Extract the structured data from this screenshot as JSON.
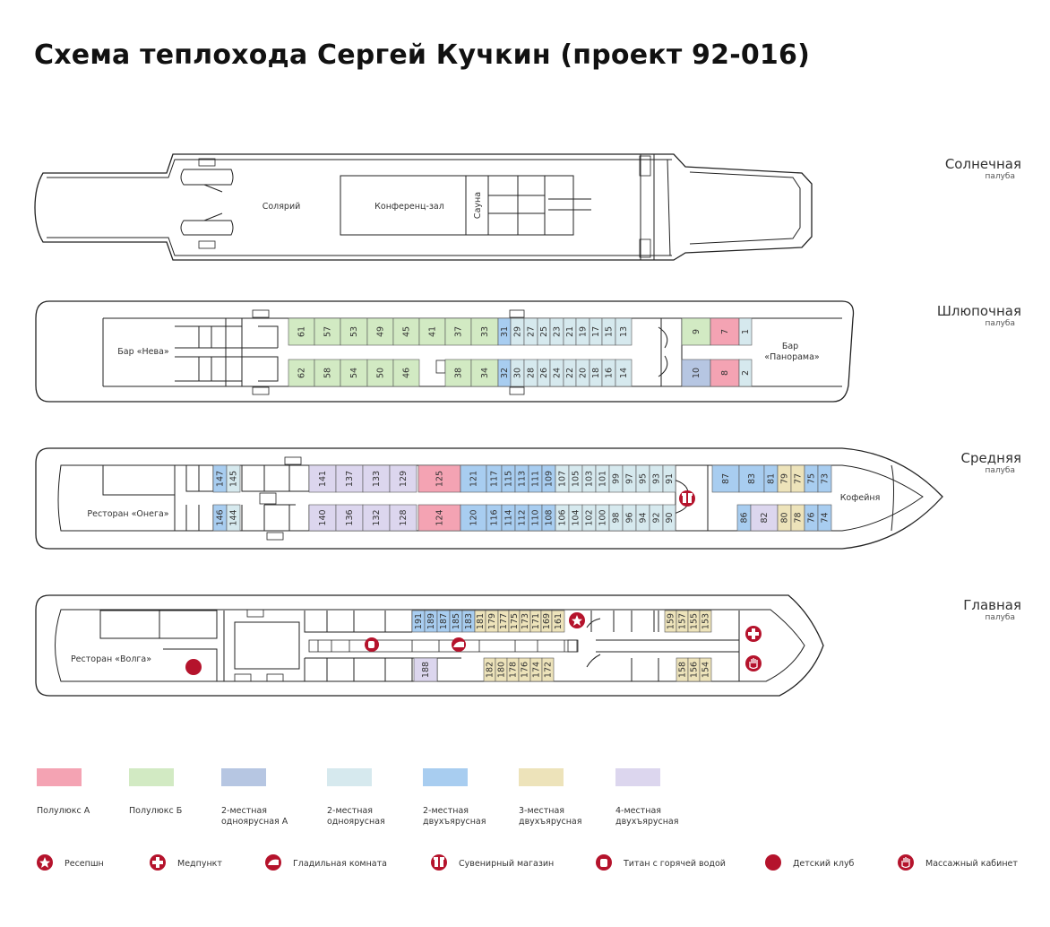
{
  "title": "Схема теплохода Сергей Кучкин  (проект 92-016)",
  "colors": {
    "poluluks_a": "#f4a3b3",
    "poluluks_b": "#d2eac3",
    "two_single_a": "#b6c6e2",
    "two_single": "#d6e9ee",
    "two_bunk": "#a8cdf0",
    "three_bunk": "#ede3ba",
    "four_bunk": "#dcd6ee",
    "icon_red": "#b5132c"
  },
  "decks": [
    {
      "name": "Солнечная",
      "sub": "палуба"
    },
    {
      "name": "Шлюпочная",
      "sub": "палуба"
    },
    {
      "name": "Средняя",
      "sub": "палуба"
    },
    {
      "name": "Главная",
      "sub": "палуба"
    }
  ],
  "labels": {
    "solarium": "Солярий",
    "conference": "Конференц-зал",
    "sauna": "Сауна",
    "bar_neva": "Бар «Нева»",
    "bar_panorama_1": "Бар",
    "bar_panorama_2": "«Панорама»",
    "rest_onega": "Ресторан «Онега»",
    "coffee": "Кофейня",
    "rest_volga": "Ресторан «Волга»"
  },
  "cabins": {
    "boat_top": [
      {
        "n": "61",
        "c": "poluluks_b"
      },
      {
        "n": "57",
        "c": "poluluks_b"
      },
      {
        "n": "53",
        "c": "poluluks_b"
      },
      {
        "n": "49",
        "c": "poluluks_b"
      },
      {
        "n": "45",
        "c": "poluluks_b"
      },
      {
        "n": "41",
        "c": "poluluks_b"
      },
      {
        "n": "37",
        "c": "poluluks_b"
      },
      {
        "n": "33",
        "c": "poluluks_b"
      },
      {
        "n": "31",
        "c": "two_bunk"
      },
      {
        "n": "29",
        "c": "two_single"
      },
      {
        "n": "27",
        "c": "two_single"
      },
      {
        "n": "25",
        "c": "two_single"
      },
      {
        "n": "23",
        "c": "two_single"
      },
      {
        "n": "21",
        "c": "two_single"
      },
      {
        "n": "19",
        "c": "two_single"
      },
      {
        "n": "17",
        "c": "two_single"
      },
      {
        "n": "15",
        "c": "two_single"
      },
      {
        "n": "13",
        "c": "two_single"
      },
      {
        "n": "9",
        "c": "poluluks_b"
      },
      {
        "n": "7",
        "c": "poluluks_a"
      },
      {
        "n": "1",
        "c": "two_single"
      }
    ],
    "boat_bottom": [
      {
        "n": "62",
        "c": "poluluks_b"
      },
      {
        "n": "58",
        "c": "poluluks_b"
      },
      {
        "n": "54",
        "c": "poluluks_b"
      },
      {
        "n": "50",
        "c": "poluluks_b"
      },
      {
        "n": "46",
        "c": "poluluks_b"
      },
      {
        "n": "38",
        "c": "poluluks_b"
      },
      {
        "n": "34",
        "c": "poluluks_b"
      },
      {
        "n": "32",
        "c": "two_bunk"
      },
      {
        "n": "30",
        "c": "two_single"
      },
      {
        "n": "28",
        "c": "two_single"
      },
      {
        "n": "26",
        "c": "two_single"
      },
      {
        "n": "24",
        "c": "two_single"
      },
      {
        "n": "22",
        "c": "two_single"
      },
      {
        "n": "20",
        "c": "two_single"
      },
      {
        "n": "18",
        "c": "two_single"
      },
      {
        "n": "16",
        "c": "two_single"
      },
      {
        "n": "14",
        "c": "two_single"
      },
      {
        "n": "10",
        "c": "two_single_a"
      },
      {
        "n": "8",
        "c": "poluluks_a"
      },
      {
        "n": "2",
        "c": "two_single"
      }
    ],
    "mid_top": [
      {
        "n": "147",
        "c": "two_bunk"
      },
      {
        "n": "145",
        "c": "two_single"
      },
      {
        "n": "141",
        "c": "four_bunk"
      },
      {
        "n": "137",
        "c": "four_bunk"
      },
      {
        "n": "133",
        "c": "four_bunk"
      },
      {
        "n": "129",
        "c": "four_bunk"
      },
      {
        "n": "125",
        "c": "poluluks_a"
      },
      {
        "n": "121",
        "c": "two_bunk"
      },
      {
        "n": "117",
        "c": "two_bunk"
      },
      {
        "n": "115",
        "c": "two_bunk"
      },
      {
        "n": "113",
        "c": "two_bunk"
      },
      {
        "n": "111",
        "c": "two_bunk"
      },
      {
        "n": "109",
        "c": "two_bunk"
      },
      {
        "n": "107",
        "c": "two_single"
      },
      {
        "n": "105",
        "c": "two_single"
      },
      {
        "n": "103",
        "c": "two_single"
      },
      {
        "n": "101",
        "c": "two_single"
      },
      {
        "n": "99",
        "c": "two_single"
      },
      {
        "n": "97",
        "c": "two_single"
      },
      {
        "n": "95",
        "c": "two_single"
      },
      {
        "n": "93",
        "c": "two_single"
      },
      {
        "n": "91",
        "c": "two_single"
      },
      {
        "n": "87",
        "c": "two_bunk"
      },
      {
        "n": "83",
        "c": "two_bunk"
      },
      {
        "n": "81",
        "c": "two_bunk"
      },
      {
        "n": "79",
        "c": "three_bunk"
      },
      {
        "n": "77",
        "c": "three_bunk"
      },
      {
        "n": "75",
        "c": "two_bunk"
      },
      {
        "n": "73",
        "c": "two_bunk"
      }
    ],
    "mid_bottom": [
      {
        "n": "146",
        "c": "two_bunk"
      },
      {
        "n": "144",
        "c": "two_single"
      },
      {
        "n": "140",
        "c": "four_bunk"
      },
      {
        "n": "136",
        "c": "four_bunk"
      },
      {
        "n": "132",
        "c": "four_bunk"
      },
      {
        "n": "128",
        "c": "four_bunk"
      },
      {
        "n": "124",
        "c": "poluluks_a"
      },
      {
        "n": "120",
        "c": "two_bunk"
      },
      {
        "n": "116",
        "c": "two_bunk"
      },
      {
        "n": "114",
        "c": "two_bunk"
      },
      {
        "n": "112",
        "c": "two_bunk"
      },
      {
        "n": "110",
        "c": "two_bunk"
      },
      {
        "n": "108",
        "c": "two_bunk"
      },
      {
        "n": "106",
        "c": "two_single"
      },
      {
        "n": "104",
        "c": "two_single"
      },
      {
        "n": "102",
        "c": "two_single"
      },
      {
        "n": "100",
        "c": "two_single"
      },
      {
        "n": "98",
        "c": "two_single"
      },
      {
        "n": "96",
        "c": "two_single"
      },
      {
        "n": "94",
        "c": "two_single"
      },
      {
        "n": "92",
        "c": "two_single"
      },
      {
        "n": "90",
        "c": "two_single"
      },
      {
        "n": "86",
        "c": "two_bunk"
      },
      {
        "n": "82",
        "c": "four_bunk"
      },
      {
        "n": "80",
        "c": "three_bunk"
      },
      {
        "n": "78",
        "c": "three_bunk"
      },
      {
        "n": "76",
        "c": "two_bunk"
      },
      {
        "n": "74",
        "c": "two_bunk"
      }
    ],
    "main_top": [
      {
        "n": "191",
        "c": "two_bunk"
      },
      {
        "n": "189",
        "c": "two_bunk"
      },
      {
        "n": "187",
        "c": "two_bunk"
      },
      {
        "n": "185",
        "c": "two_bunk"
      },
      {
        "n": "183",
        "c": "two_bunk"
      },
      {
        "n": "181",
        "c": "three_bunk"
      },
      {
        "n": "179",
        "c": "three_bunk"
      },
      {
        "n": "177",
        "c": "three_bunk"
      },
      {
        "n": "175",
        "c": "three_bunk"
      },
      {
        "n": "173",
        "c": "three_bunk"
      },
      {
        "n": "171",
        "c": "three_bunk"
      },
      {
        "n": "169",
        "c": "three_bunk"
      },
      {
        "n": "161",
        "c": "three_bunk"
      },
      {
        "n": "159",
        "c": "three_bunk"
      },
      {
        "n": "157",
        "c": "three_bunk"
      },
      {
        "n": "155",
        "c": "three_bunk"
      },
      {
        "n": "153",
        "c": "three_bunk"
      }
    ],
    "main_bottom": [
      {
        "n": "188",
        "c": "four_bunk"
      },
      {
        "n": "182",
        "c": "three_bunk"
      },
      {
        "n": "180",
        "c": "three_bunk"
      },
      {
        "n": "178",
        "c": "three_bunk"
      },
      {
        "n": "176",
        "c": "three_bunk"
      },
      {
        "n": "174",
        "c": "three_bunk"
      },
      {
        "n": "172",
        "c": "three_bunk"
      },
      {
        "n": "158",
        "c": "three_bunk"
      },
      {
        "n": "156",
        "c": "three_bunk"
      },
      {
        "n": "154",
        "c": "three_bunk"
      }
    ]
  },
  "legend_colors": [
    {
      "color": "poluluks_a",
      "l1": "Полулюкс А",
      "l2": ""
    },
    {
      "color": "poluluks_b",
      "l1": "Полулюкс Б",
      "l2": ""
    },
    {
      "color": "two_single_a",
      "l1": "2-местная",
      "l2": "одноярусная А"
    },
    {
      "color": "two_single",
      "l1": "2-местная",
      "l2": "одноярусная"
    },
    {
      "color": "two_bunk",
      "l1": "2-местная",
      "l2": "двухъярусная"
    },
    {
      "color": "three_bunk",
      "l1": "3-местная",
      "l2": "двухъярусная"
    },
    {
      "color": "four_bunk",
      "l1": "4-местная",
      "l2": "двухъярусная"
    }
  ],
  "legend_icons": [
    {
      "icon": "star-icon",
      "label": "Ресепшн"
    },
    {
      "icon": "medical-cross-icon",
      "label": "Медпункт"
    },
    {
      "icon": "iron-icon",
      "label": "Гладильная комната"
    },
    {
      "icon": "gift-icon",
      "label": "Сувенирный магазин"
    },
    {
      "icon": "kettle-icon",
      "label": "Титан с горячей водой"
    },
    {
      "icon": "kids-club-icon",
      "label": "Детский клуб"
    },
    {
      "icon": "massage-hand-icon",
      "label": "Массажный кабинет"
    }
  ]
}
